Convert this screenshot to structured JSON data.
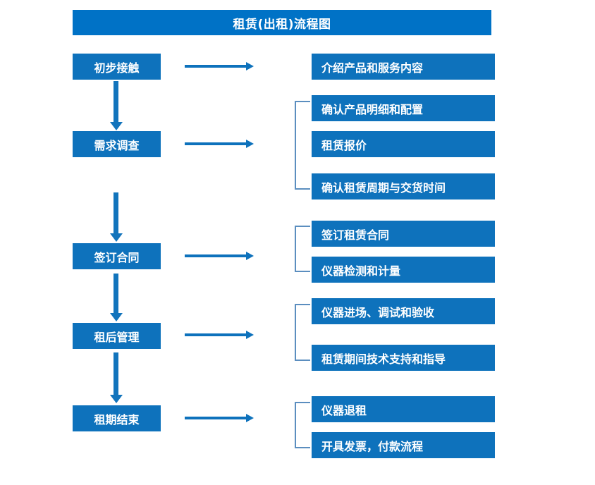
{
  "title": "租赁(出租)流程图",
  "colors": {
    "title_bar": "#0072C6",
    "box_blue": "#0E72BC",
    "arrow_blue": "#1274BC",
    "bracket_line": "#5B8EBF",
    "box_text": "#FFFFFF",
    "background": "#FFFFFF"
  },
  "steps": [
    {
      "label": "初步接触"
    },
    {
      "label": "需求调查"
    },
    {
      "label": "签订合同"
    },
    {
      "label": "租后管理"
    },
    {
      "label": "租期结束"
    }
  ],
  "details": [
    {
      "label": "介绍产品和服务内容"
    },
    {
      "label": "确认产品明细和配置"
    },
    {
      "label": "租赁报价"
    },
    {
      "label": "确认租赁周期与交货时间"
    },
    {
      "label": "签订租赁合同"
    },
    {
      "label": "仪器检测和计量"
    },
    {
      "label": "仪器进场、调试和验收"
    },
    {
      "label": "租赁期间技术支持和指导"
    },
    {
      "label": "仪器退租"
    },
    {
      "label": "开具发票，付款流程"
    }
  ],
  "connectors": {
    "horizontal_arrow_count": 5,
    "vertical_arrow_count": 4,
    "bracket_count": 4
  }
}
